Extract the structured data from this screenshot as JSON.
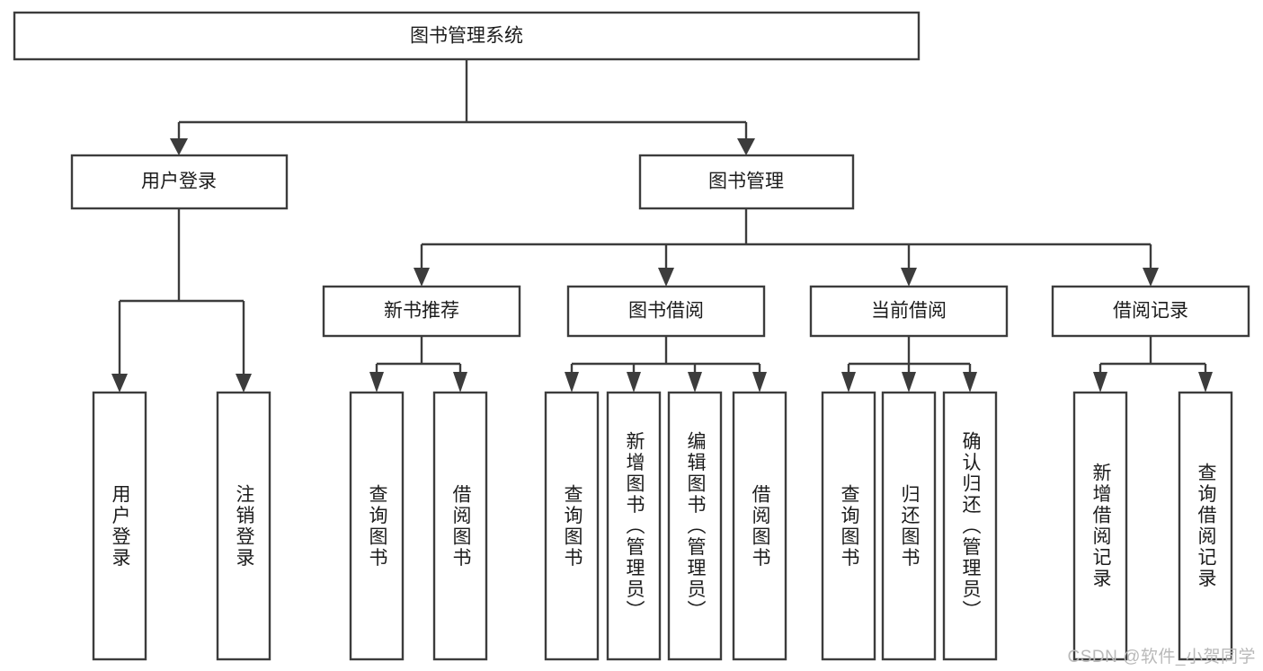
{
  "diagram": {
    "type": "tree",
    "title": "图书管理系统",
    "orientation": "top-down",
    "colors": {
      "box_fill": "#ffffff",
      "box_stroke": "#3c3c3c",
      "text": "#1c1c1c",
      "background": "#ffffff",
      "watermark": "#b9b9b9"
    },
    "root": {
      "label": "图书管理系统"
    },
    "level2": [
      {
        "label": "用户登录"
      },
      {
        "label": "图书管理"
      }
    ],
    "level3": [
      {
        "label": "新书推荐"
      },
      {
        "label": "图书借阅"
      },
      {
        "label": "当前借阅"
      },
      {
        "label": "借阅记录"
      }
    ],
    "leaves": [
      {
        "label": "用户登录",
        "parent": "用户登录"
      },
      {
        "label": "注销登录",
        "parent": "用户登录"
      },
      {
        "label": "查询图书",
        "parent": "新书推荐"
      },
      {
        "label": "借阅图书",
        "parent": "新书推荐"
      },
      {
        "label": "查询图书",
        "parent": "图书借阅"
      },
      {
        "label": "新增图书（管理员）",
        "parent": "图书借阅"
      },
      {
        "label": "编辑图书（管理员）",
        "parent": "图书借阅"
      },
      {
        "label": "借阅图书",
        "parent": "图书借阅"
      },
      {
        "label": "查询图书",
        "parent": "当前借阅"
      },
      {
        "label": "归还图书",
        "parent": "当前借阅"
      },
      {
        "label": "确认归还（管理员）",
        "parent": "当前借阅"
      },
      {
        "label": "新增借阅记录",
        "parent": "借阅记录"
      },
      {
        "label": "查询借阅记录",
        "parent": "借阅记录"
      }
    ],
    "watermark": "CSDN @软件_小贺同学"
  }
}
